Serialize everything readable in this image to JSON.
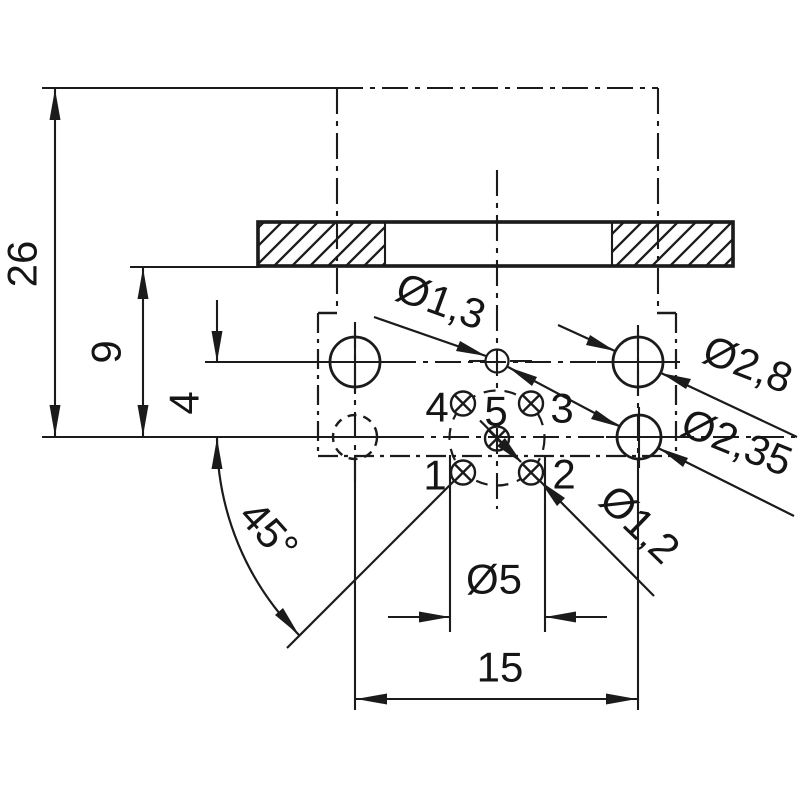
{
  "dims": {
    "total_height": "26",
    "flange_to_row": "9",
    "row_spacing": "4",
    "angle": "45°",
    "dia_center_hole": "Ø1,3",
    "dia_upper_right_hole": "Ø2,8",
    "dia_lower_right_hole": "Ø2,35",
    "dia_pin": "Ø1,2",
    "pitch_circle": "Ø5",
    "hole_span": "15"
  },
  "pins": {
    "p1": "1",
    "p2": "2",
    "p3": "3",
    "p4": "4",
    "p5": "5"
  },
  "colors": {
    "line_color": "#1b1b1b",
    "background": "#ffffff"
  }
}
